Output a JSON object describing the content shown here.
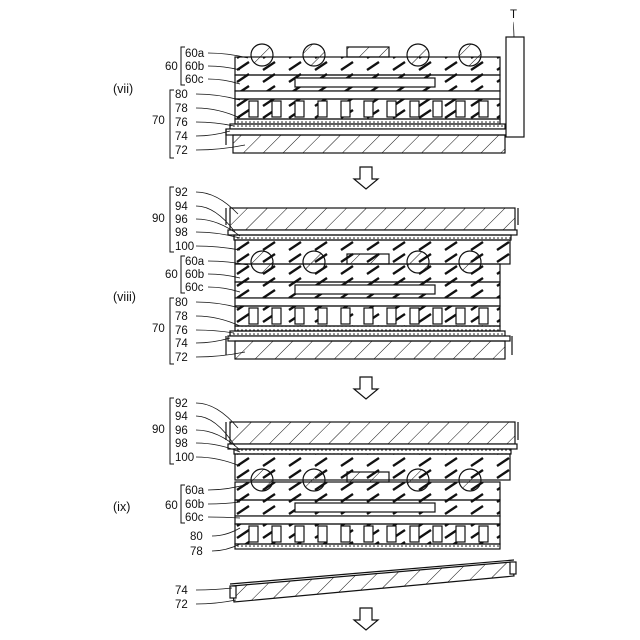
{
  "figure": {
    "stage_vii": {
      "stage_label": "(vii)",
      "group_60": "60",
      "group_70": "70",
      "labels_60": [
        "60a",
        "60b",
        "60c"
      ],
      "labels_70": [
        "80",
        "78",
        "76",
        "74",
        "72"
      ],
      "terminal_label": "T"
    },
    "stage_viii": {
      "stage_label": "(viii)",
      "group_90": "90",
      "group_60": "60",
      "group_70": "70",
      "labels_90": [
        "92",
        "94",
        "96",
        "98",
        "100"
      ],
      "labels_60": [
        "60a",
        "60b",
        "60c"
      ],
      "labels_70": [
        "80",
        "78",
        "76",
        "74",
        "72"
      ]
    },
    "stage_ix": {
      "stage_label": "(ix)",
      "group_90": "90",
      "group_60": "60",
      "labels_90": [
        "92",
        "94",
        "96",
        "98",
        "100"
      ],
      "labels_60": [
        "60a",
        "60b",
        "60c"
      ],
      "labels_lower": [
        "80",
        "78"
      ],
      "labels_peeled": [
        "74",
        "72"
      ]
    }
  },
  "colors": {
    "ink": "#111111",
    "paper": "#ffffff"
  }
}
